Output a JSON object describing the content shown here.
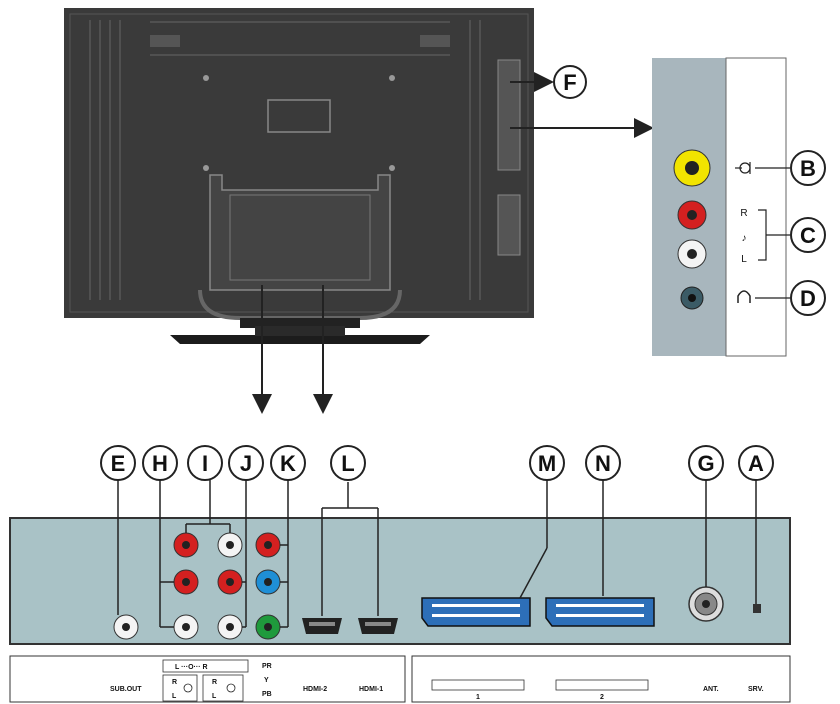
{
  "callouts": {
    "A": "A",
    "B": "B",
    "C": "C",
    "D": "D",
    "E": "E",
    "F": "F",
    "G": "G",
    "H": "H",
    "I": "I",
    "J": "J",
    "K": "K",
    "L": "L",
    "M": "M",
    "N": "N"
  },
  "side_panel": {
    "audio_right": "R",
    "audio_left": "L",
    "video_icon": "video-in-icon",
    "audio_icon": "music-note-icon",
    "headphone_icon": "headphone-icon"
  },
  "bottom_labels": {
    "sub_out": "SUB.OUT",
    "audio_lr": "L ···O··· R",
    "r1": "R",
    "l1": "L",
    "r2": "R",
    "l2": "L",
    "pr": "PR",
    "y": "Y",
    "pb": "PB",
    "hdmi2": "HDMI-2",
    "hdmi1": "HDMI-1",
    "scart1": "1",
    "scart2": "2",
    "ant": "ANT.",
    "srv": "SRV."
  },
  "colors": {
    "panel": "#a9c2c6",
    "side_panel": "#a8b6bd",
    "red_jack": "#d42020",
    "white_jack": "#f4f4f4",
    "yellow_jack": "#f2e400",
    "blue_jack": "#1f8fd6",
    "green_jack": "#1f9a3c",
    "scart": "#2d6fb8"
  }
}
